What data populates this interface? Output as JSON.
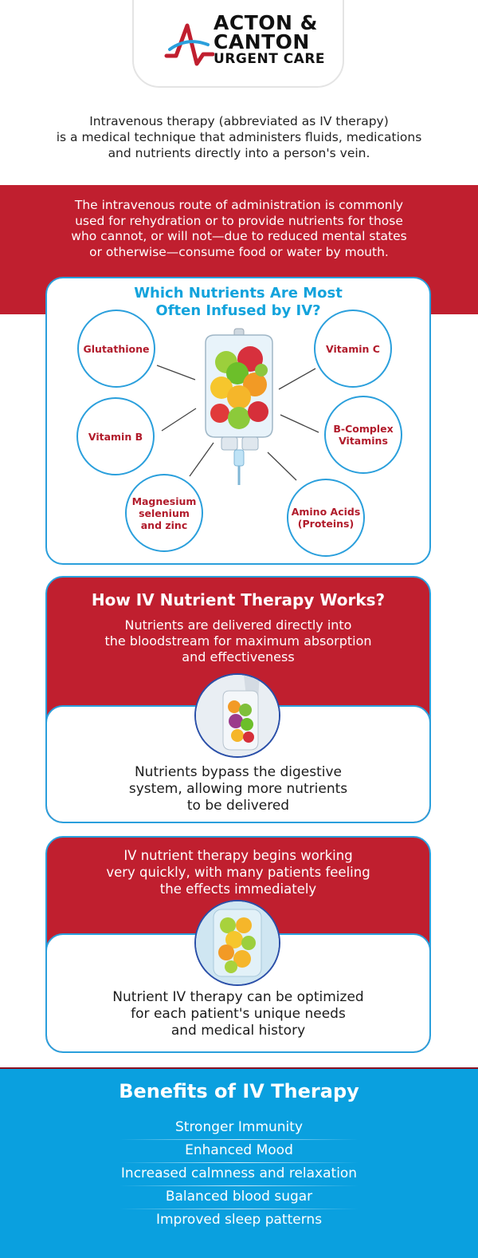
{
  "logo": {
    "line1": "ACTON &",
    "line2": "CANTON",
    "line3": "URGENT CARE",
    "colors": {
      "red": "#c01f2f",
      "blue": "#2a9fdc"
    }
  },
  "intro": {
    "lines": [
      "Intravenous therapy (abbreviated as IV therapy)",
      "is a medical technique that administers fluids, medications",
      "and nutrients directly into a person's vein."
    ]
  },
  "route": {
    "lines": [
      "The intravenous route of administration is commonly",
      "used for rehydration or to provide nutrients for those",
      "who cannot, or will not—due to reduced mental states",
      "or otherwise—consume food or water by mouth."
    ]
  },
  "nutrients": {
    "title_lines": [
      "Which Nutrients Are Most",
      "Often Infused by IV?"
    ],
    "items": [
      {
        "lines": [
          "Glutathione"
        ]
      },
      {
        "lines": [
          "Vitamin C"
        ]
      },
      {
        "lines": [
          "Vitamin B"
        ]
      },
      {
        "lines": [
          "B-Complex",
          "Vitamins"
        ]
      },
      {
        "lines": [
          "Magnesium",
          "selenium",
          "and zinc"
        ]
      },
      {
        "lines": [
          "Amino Acids",
          "(Proteins)"
        ]
      }
    ],
    "image_icon": "iv-bag-with-fruit-icon"
  },
  "how": {
    "title": "How IV Nutrient Therapy Works?",
    "top_lines": [
      "Nutrients are delivered directly into",
      "the bloodstream for maximum absorption",
      "and effectiveness"
    ],
    "bottom_lines": [
      "Nutrients bypass the digestive",
      "system, allowing more nutrients",
      "to be delivered"
    ]
  },
  "quick": {
    "top_lines": [
      "IV nutrient therapy begins working",
      "very quickly, with many patients feeling",
      "the effects immediately"
    ],
    "bottom_lines": [
      "Nutrient IV therapy can be optimized",
      "for each patient's unique needs",
      "and medical history"
    ]
  },
  "benefits": {
    "title": "Benefits of IV Therapy",
    "items": [
      "Stronger Immunity",
      "Enhanced Mood",
      "Increased calmness and relaxation",
      "Balanced blood sugar",
      "Improved sleep patterns"
    ]
  }
}
